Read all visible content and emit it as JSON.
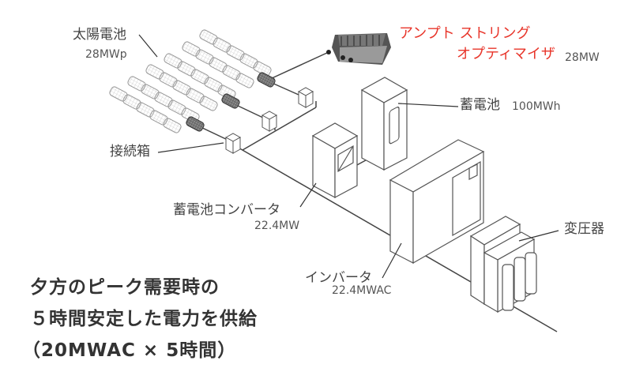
{
  "labels": {
    "solar": {
      "name": "太陽電池",
      "capacity": "28MWp"
    },
    "optimizer": {
      "line1": "アンプト ストリング",
      "line2": "オプティマイザ",
      "capacity": "28MW"
    },
    "battery": {
      "name": "蓄電池",
      "capacity": "100MWh"
    },
    "junction_box": {
      "name": "接続箱"
    },
    "battery_converter": {
      "name": "蓄電池コンバータ",
      "capacity": "22.4MW"
    },
    "inverter": {
      "name": "インバータ",
      "capacity": "22.4MWAC"
    },
    "transformer": {
      "name": "変圧器"
    }
  },
  "headline": {
    "line1": "夕方のピーク需要時の",
    "line2": "５時間安定した電力を供給",
    "line3": "（20MWAC × 5時間）"
  },
  "colors": {
    "accent": "#e8352a",
    "line": "#444444",
    "text": "#444444"
  }
}
